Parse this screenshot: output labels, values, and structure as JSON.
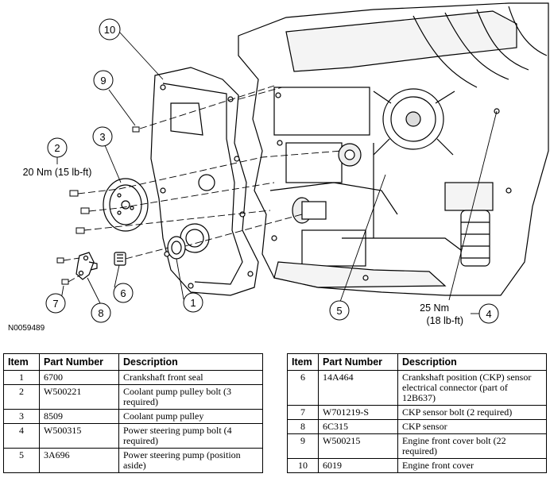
{
  "figure_id": "N0059489",
  "callouts": {
    "c1": "1",
    "c2": "2",
    "c3": "3",
    "c4": "4",
    "c5": "5",
    "c6": "6",
    "c7": "7",
    "c8": "8",
    "c9": "9",
    "c10": "10"
  },
  "torque": {
    "t2": "20 Nm (15 lb-ft)",
    "t4_nm": "25 Nm",
    "t4_lbft": "(18 lb-ft)"
  },
  "table_headers": {
    "item": "Item",
    "part_number": "Part Number",
    "description": "Description"
  },
  "parts_left": [
    {
      "item": "1",
      "part": "6700",
      "desc": "Crankshaft front seal"
    },
    {
      "item": "2",
      "part": "W500221",
      "desc": "Coolant pump pulley bolt (3 required)"
    },
    {
      "item": "3",
      "part": "8509",
      "desc": "Coolant pump pulley"
    },
    {
      "item": "4",
      "part": "W500315",
      "desc": "Power steering pump bolt (4 required)"
    },
    {
      "item": "5",
      "part": "3A696",
      "desc": "Power steering pump (position aside)"
    }
  ],
  "parts_right": [
    {
      "item": "6",
      "part": "14A464",
      "desc": "Crankshaft position (CKP) sensor electrical connector (part of 12B637)"
    },
    {
      "item": "7",
      "part": "W701219-S",
      "desc": "CKP sensor bolt (2 required)"
    },
    {
      "item": "8",
      "part": "6C315",
      "desc": "CKP sensor"
    },
    {
      "item": "9",
      "part": "W500215",
      "desc": "Engine front cover bolt (22 required)"
    },
    {
      "item": "10",
      "part": "6019",
      "desc": "Engine front cover"
    }
  ]
}
